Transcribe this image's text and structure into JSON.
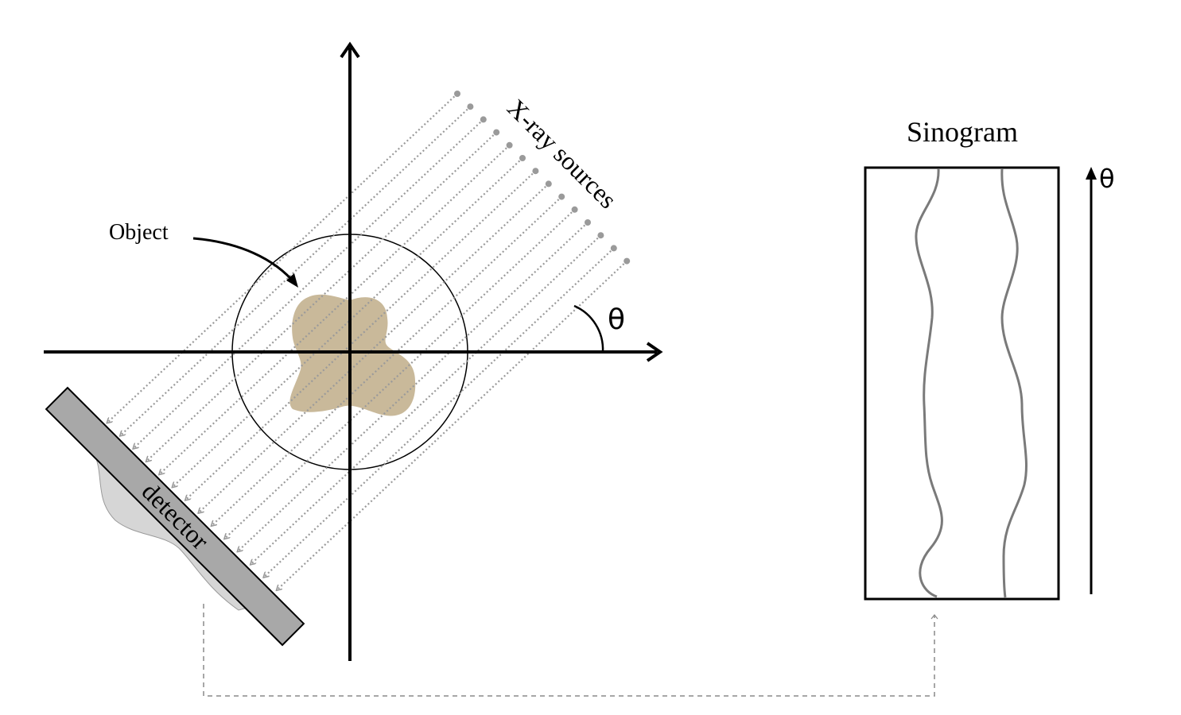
{
  "labels": {
    "object": "Object",
    "xray_sources": "X-ray sources",
    "detector": "detector",
    "theta": "θ",
    "sinogram_title": "Sinogram",
    "sinogram_theta": "θ"
  },
  "colors": {
    "axis": "#000000",
    "object_fill": "#c9b99a",
    "ray": "#9a9a9a",
    "detector_fill": "#a8a8a8",
    "profile_fill": "#d6d6d6",
    "sinogram_curve": "#7a7a7a",
    "connector": "#8a8a8a"
  }
}
